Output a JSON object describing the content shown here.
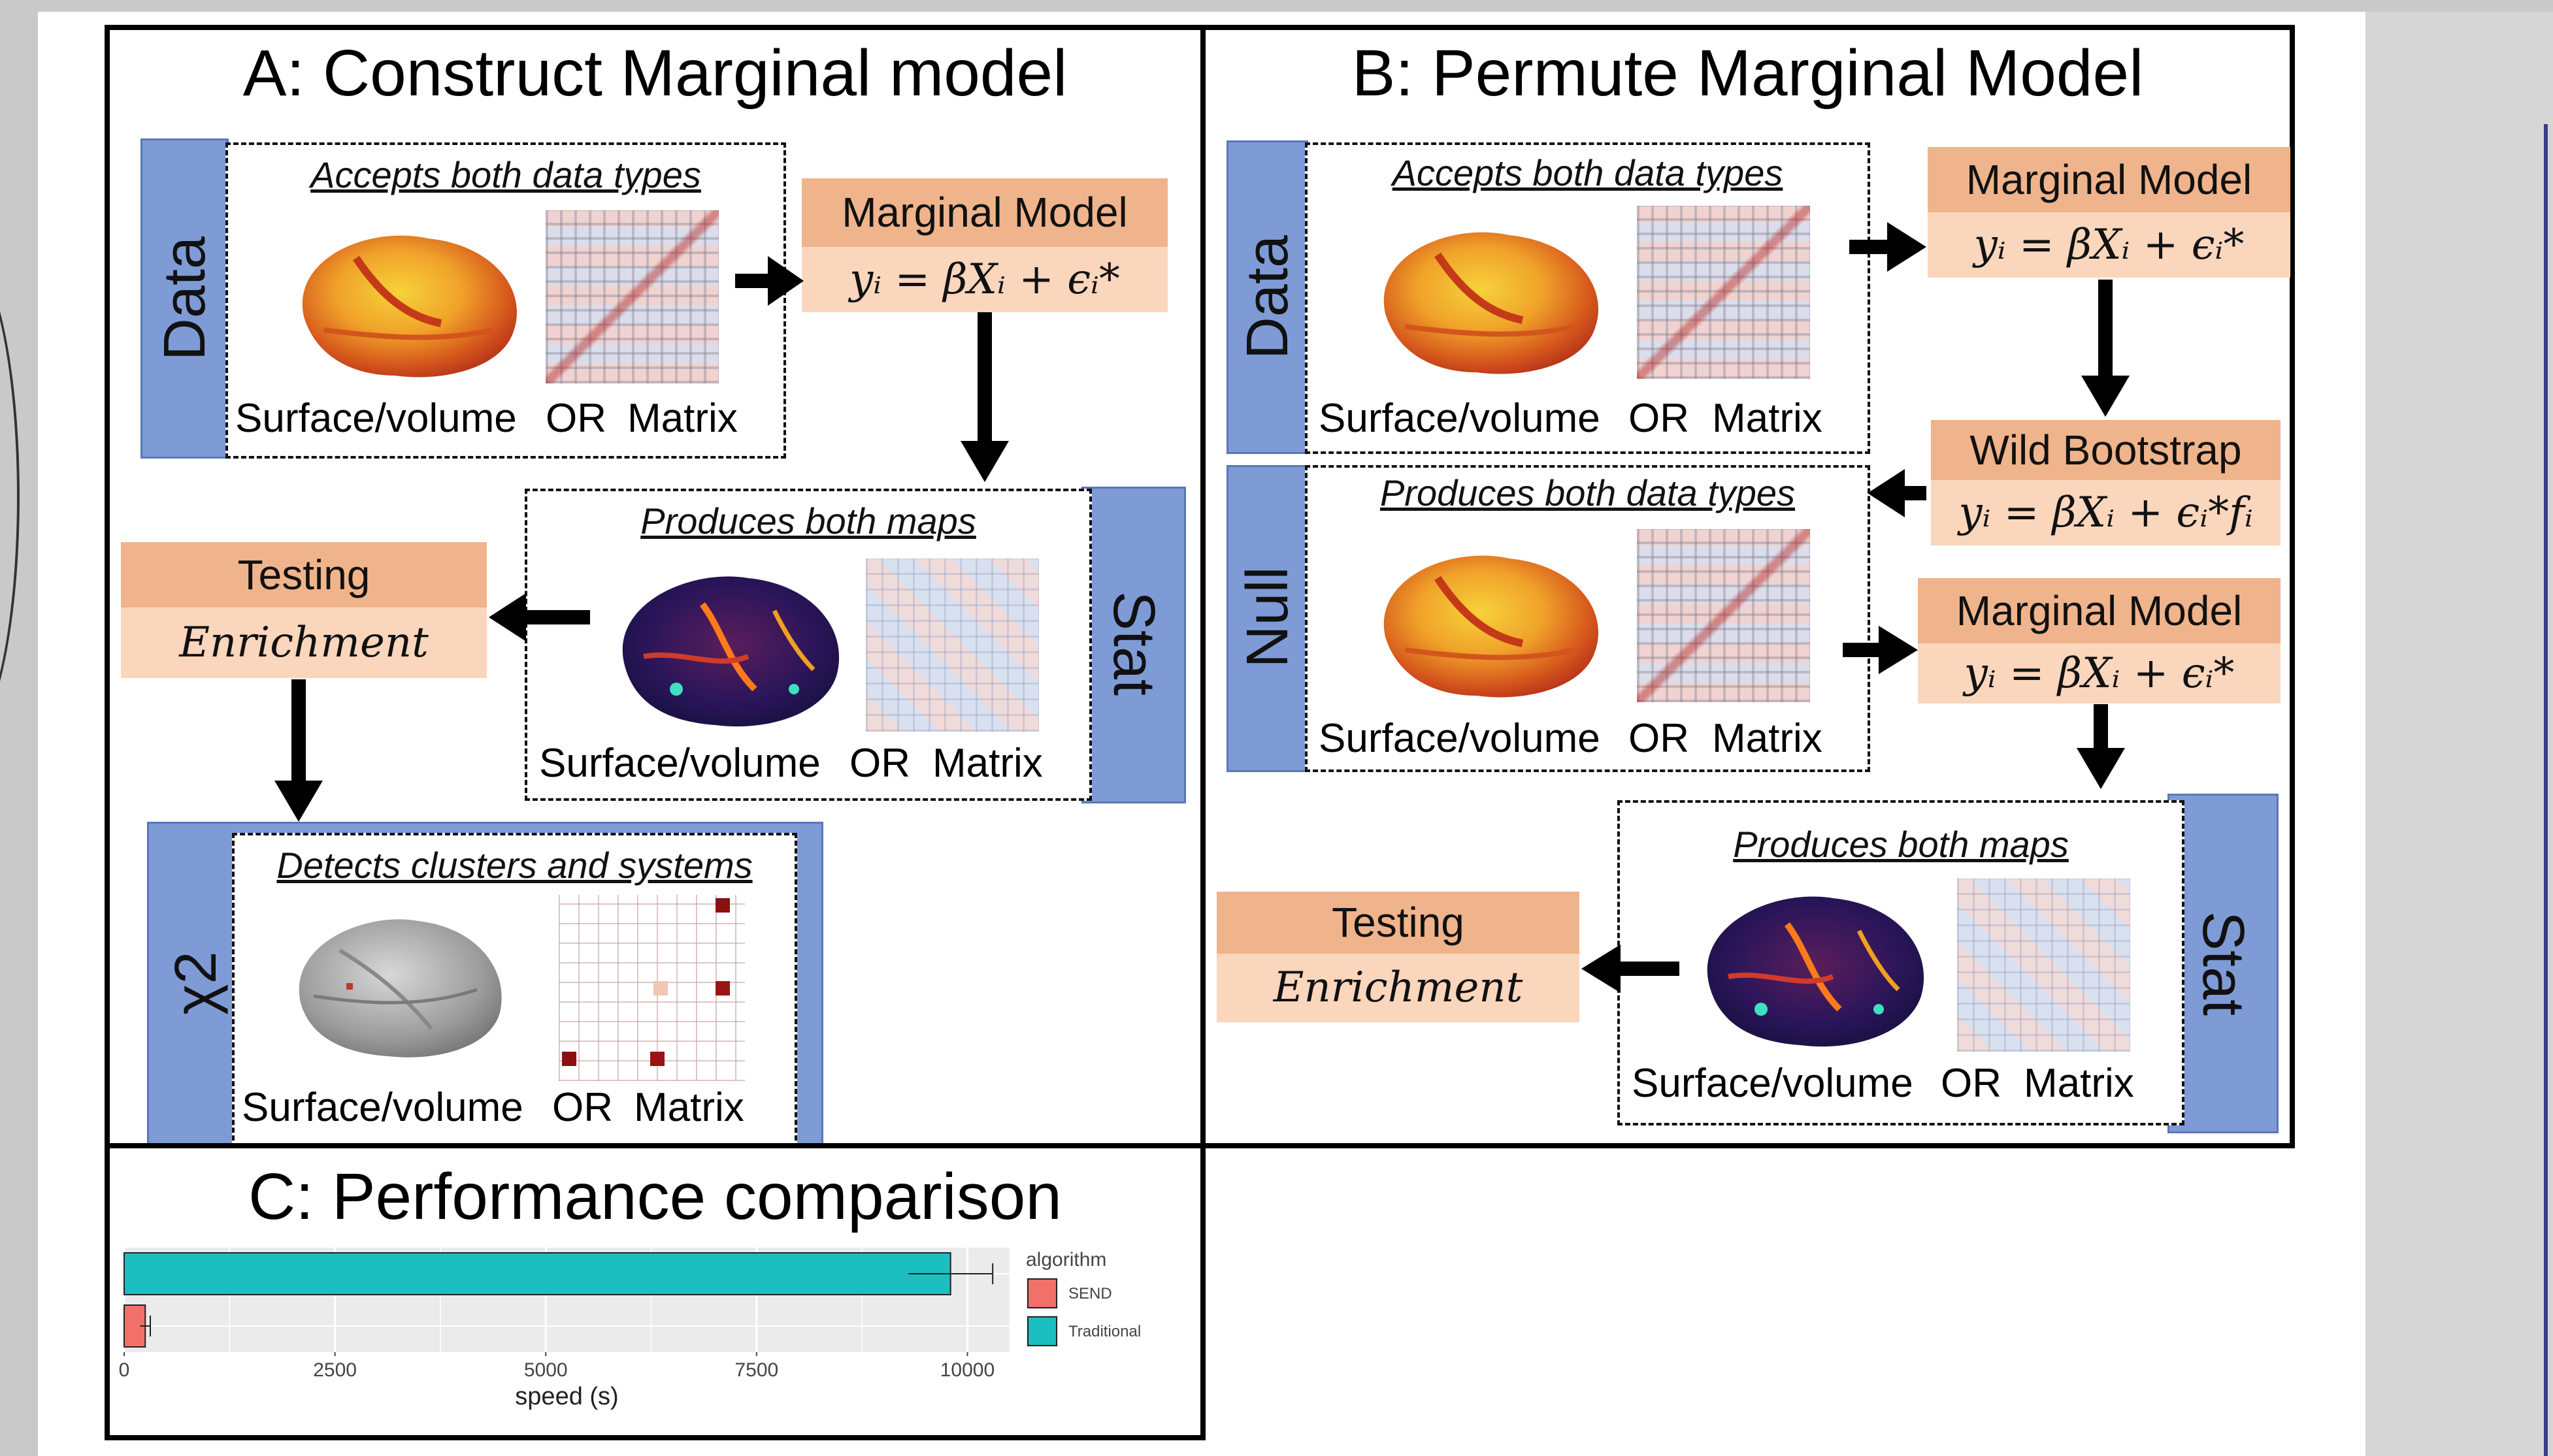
{
  "panel_a": {
    "title": "A: Construct Marginal model",
    "data_label": "Data",
    "data_subtitle": "Accepts both data types",
    "data_caption": [
      "Surface/volume",
      "OR",
      "Matrix"
    ],
    "model_header": "Marginal Model",
    "model_equation": "yᵢ = βXᵢ + ϵᵢ*",
    "stat_label": "Stat",
    "stat_subtitle": "Produces both maps",
    "stat_caption": [
      "Surface/volume",
      "OR",
      "Matrix"
    ],
    "testing_header": "Testing",
    "testing_body": "Enrichment",
    "chi_label": "χ2",
    "chi_subtitle": "Detects clusters and systems",
    "chi_caption": [
      "Surface/volume",
      "OR",
      "Matrix"
    ]
  },
  "panel_b": {
    "title": "B: Permute Marginal Model",
    "data_label": "Data",
    "data_subtitle": "Accepts both data types",
    "data_caption": [
      "Surface/volume",
      "OR",
      "Matrix"
    ],
    "model1_header": "Marginal Model",
    "model1_equation": "yᵢ = βXᵢ + ϵᵢ*",
    "bootstrap_header": "Wild Bootstrap",
    "bootstrap_equation": "yᵢ = βXᵢ + ϵᵢ*fᵢ",
    "null_label": "Null",
    "null_subtitle": "Produces both data types",
    "null_caption": [
      "Surface/volume",
      "OR",
      "Matrix"
    ],
    "model2_header": "Marginal Model",
    "model2_equation": "yᵢ = βXᵢ + ϵᵢ*",
    "stat_label": "Stat",
    "stat_subtitle": "Produces both maps",
    "stat_caption": [
      "Surface/volume",
      "OR",
      "Matrix"
    ],
    "testing_header": "Testing",
    "testing_body": "Enrichment"
  },
  "panel_c": {
    "title": "C: Performance comparison"
  },
  "chart_data": {
    "type": "bar",
    "orientation": "horizontal",
    "categories": [
      "Traditional",
      "SEND"
    ],
    "values": [
      9800,
      250
    ],
    "error": [
      500,
      60
    ],
    "colors": [
      "#1bbfbf",
      "#f2706a"
    ],
    "xlabel": "speed (s)",
    "ylabel": "",
    "xlim": [
      0,
      10500
    ],
    "ticks": [
      0,
      2500,
      5000,
      7500,
      10000
    ],
    "legend_title": "algorithm",
    "legend": [
      {
        "name": "SEND",
        "color": "#f2706a"
      },
      {
        "name": "Traditional",
        "color": "#1bbfbf"
      }
    ],
    "legend_position": "right"
  }
}
